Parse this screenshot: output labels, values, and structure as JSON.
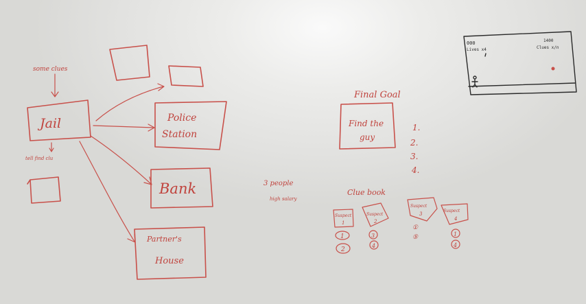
{
  "left_map": {
    "some_clues": "some clues",
    "jail": "Jail",
    "tell_something": "tell find clu",
    "police_station_line1": "Police",
    "police_station_line2": "Station",
    "bank": "Bank",
    "partners_house_line1": "Partner's",
    "partners_house_line2": "House"
  },
  "middle": {
    "people_note_line1": "3 people",
    "people_note_line2": "high salary"
  },
  "final_goal": {
    "title": "Final Goal",
    "box_line1": "Find the",
    "box_line2": "guy",
    "list": [
      "1.",
      "2.",
      "3.",
      "4."
    ]
  },
  "clue_book": {
    "title": "Clue book",
    "suspects": [
      {
        "label": "Suspect",
        "number": "1",
        "clues": [
          "1",
          "2"
        ]
      },
      {
        "label": "Suspect",
        "number": "2",
        "clues": [
          "3",
          "4"
        ]
      },
      {
        "label": "Suspect",
        "number": "3",
        "clues": [
          "①",
          "⑤"
        ]
      },
      {
        "label": "Suspect",
        "number": "4",
        "clues": [
          "1",
          "4"
        ]
      }
    ]
  },
  "game_screen": {
    "top_left_line1": "000",
    "top_left_line2": "Lives x4",
    "top_right_line1": "1400",
    "top_right_line2": "Clues x/n"
  },
  "colors": {
    "marker_red": "#c8504a",
    "marker_black": "#2a2a2a",
    "whiteboard": "#e4e4e2"
  }
}
